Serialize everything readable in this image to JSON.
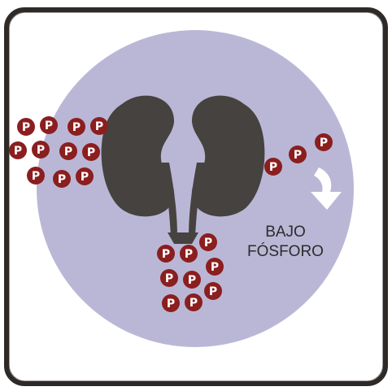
{
  "illustration": {
    "caption_line1": "BAJO",
    "caption_line2": "FÓSFORO",
    "particle_letter": "P",
    "colors": {
      "circle": "#bab7d6",
      "kidney": "#46423f",
      "particle": "#8b1e1e",
      "arrow": "#ffffff",
      "frame": "#2e2a27"
    },
    "particle_groups": [
      {
        "name": "left-cluster",
        "count": 11
      },
      {
        "name": "right-cluster",
        "count": 3
      },
      {
        "name": "bottom-cluster",
        "count": 9
      }
    ],
    "icons": [
      "kidneys-icon",
      "down-arrow-icon"
    ]
  }
}
